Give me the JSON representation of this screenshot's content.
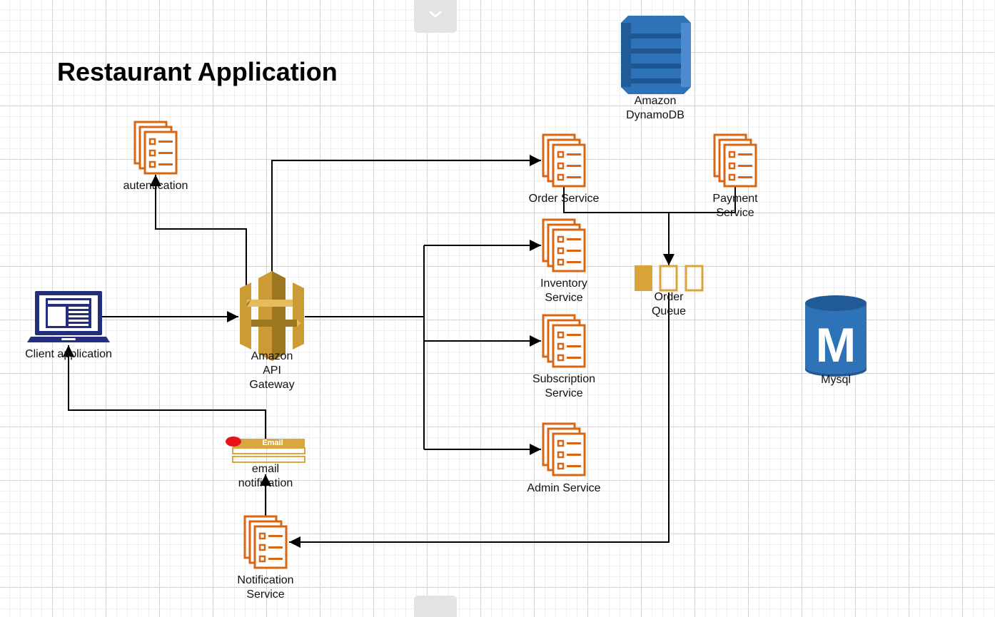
{
  "title": "Restaurant Application",
  "nodes": {
    "client": {
      "label_lines": [
        "Client application"
      ],
      "icon": "laptop-icon"
    },
    "auth": {
      "label_lines": [
        "autentication"
      ],
      "icon": "service-icon"
    },
    "gateway": {
      "label_lines": [
        "Amazon",
        "API",
        "Gateway"
      ],
      "icon": "api-gateway-icon"
    },
    "order": {
      "label_lines": [
        "Order Service"
      ],
      "icon": "service-icon"
    },
    "inventory": {
      "label_lines": [
        "Inventory",
        "Service"
      ],
      "icon": "service-icon"
    },
    "subscription": {
      "label_lines": [
        "Subscription",
        "Service"
      ],
      "icon": "service-icon"
    },
    "admin": {
      "label_lines": [
        "Admin Service"
      ],
      "icon": "service-icon"
    },
    "payment": {
      "label_lines": [
        "Payment",
        "Service"
      ],
      "icon": "service-icon"
    },
    "dynamodb": {
      "label_lines": [
        "Amazon",
        "DynamoDB"
      ],
      "icon": "dynamodb-icon"
    },
    "queue": {
      "label_lines": [
        "Order",
        "Queue"
      ],
      "icon": "queue-icon"
    },
    "mysql": {
      "label_lines": [
        "Mysql"
      ],
      "icon": "mysql-icon",
      "letter": "M"
    },
    "email": {
      "label_lines": [
        "email",
        "notification"
      ],
      "icon": "email-icon",
      "banner": "Email"
    },
    "notification": {
      "label_lines": [
        "Notification",
        "Service"
      ],
      "icon": "service-icon"
    }
  },
  "edges": [
    {
      "from": "client",
      "to": "gateway"
    },
    {
      "from": "gateway",
      "to": "auth"
    },
    {
      "from": "gateway",
      "to": "order"
    },
    {
      "from": "gateway",
      "to": "inventory"
    },
    {
      "from": "gateway",
      "to": "subscription"
    },
    {
      "from": "gateway",
      "to": "admin"
    },
    {
      "from": "order",
      "to": "queue"
    },
    {
      "from": "payment",
      "to": "queue"
    },
    {
      "from": "queue",
      "to": "notification"
    },
    {
      "from": "notification",
      "to": "email"
    },
    {
      "from": "email",
      "to": "client"
    }
  ],
  "colors": {
    "service": "#D86613",
    "gateway": "#CB9B35",
    "gateway_dark": "#9D7622",
    "dynamo": "#2E73B8",
    "dynamo_dark": "#205B98",
    "mysql": "#2E73B8",
    "laptop": "#232F7E",
    "queue": "#D9A53A",
    "email_banner": "#D9A741",
    "email_dot": "#E8141B"
  }
}
